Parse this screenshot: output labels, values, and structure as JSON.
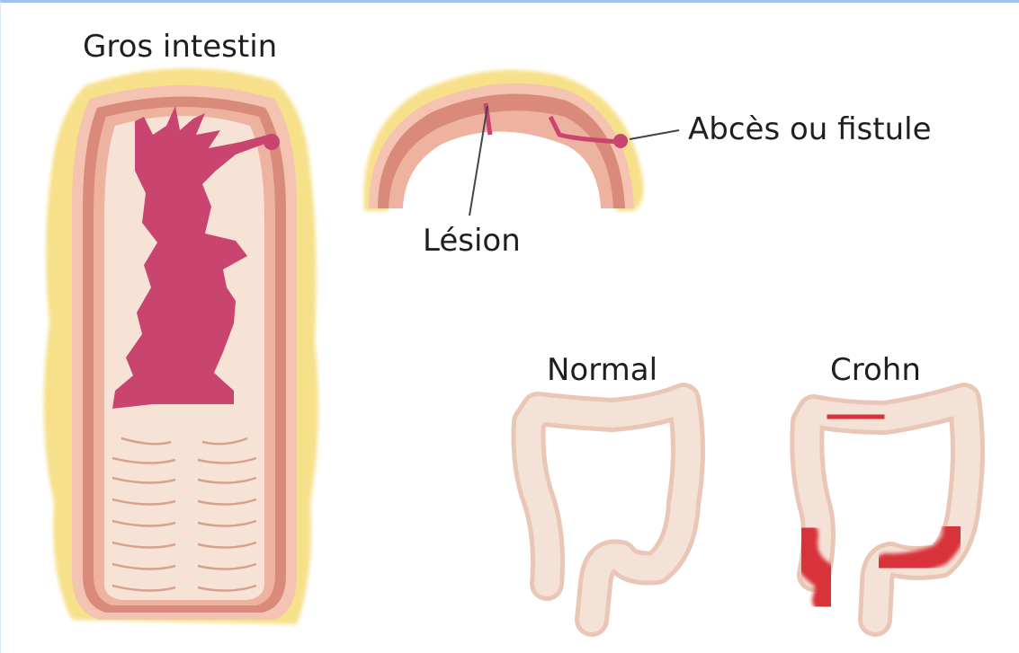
{
  "labels": {
    "large_intestine": "Gros intestin",
    "lesion": "Lésion",
    "abscess_fistula": "Abcès ou fistule",
    "normal": "Normal",
    "crohn": "Crohn"
  },
  "colors": {
    "fat": "#f6e08a",
    "outer_wall": "#f4c3b2",
    "muscle": "#d98a7a",
    "lumen": "#f7e3d6",
    "lesion": "#c9446e",
    "colon": "#f3ddd0",
    "inflamed": "#d8333b"
  }
}
